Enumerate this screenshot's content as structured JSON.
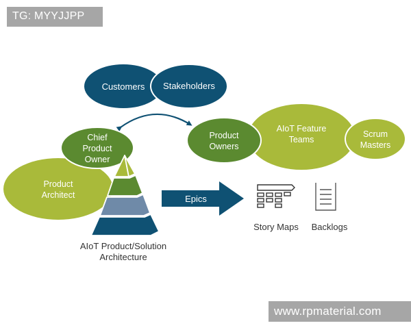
{
  "watermarks": {
    "top_left": "TG: MYYJJPP",
    "bottom_right": "www.rpmaterial.com"
  },
  "colors": {
    "navy": "#0f5173",
    "olive_green": "#a9ba3a",
    "dark_green": "#5b8a30",
    "slate_blue": "#6f8aa8",
    "text_dark": "#333333",
    "icon_gray": "#444444"
  },
  "nodes": {
    "customers": "Customers",
    "stakeholders": "Stakeholders",
    "chief_product_owner": [
      "Chief",
      "Product",
      "Owner"
    ],
    "product_architect": [
      "Product",
      "Architect"
    ],
    "product_owners": [
      "Product",
      "Owners"
    ],
    "aiot_feature_teams": [
      "AIoT Feature",
      "Teams"
    ],
    "scrum_masters": [
      "Scrum",
      "Masters"
    ]
  },
  "pyramid": {
    "caption_line1": "AIoT Product/Solution",
    "caption_line2": "Architecture",
    "layers": [
      "olive",
      "dark-green",
      "slate-blue",
      "navy"
    ]
  },
  "epics_arrow": {
    "label": "Epics"
  },
  "artifacts": [
    {
      "label": "Story Maps",
      "icon": "story-map-icon"
    },
    {
      "label": "Backlogs",
      "icon": "backlog-icon"
    }
  ]
}
